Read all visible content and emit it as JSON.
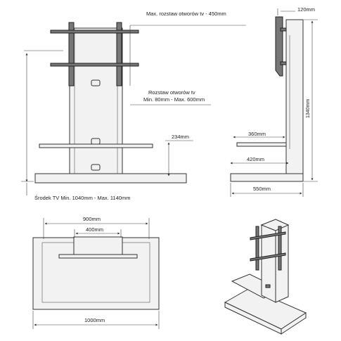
{
  "front_view": {
    "vesa_max_label": "Max. rozstaw otworów tv - 450mm",
    "tv_spacing_label_line1": "Rozstaw otworów tv",
    "tv_spacing_label_line2": "Min. 80mm - Max. 600mm",
    "shelf_height_label": "234mm",
    "tv_center_label": "Środek TV Min. 1040mm - Max. 1140mm"
  },
  "side_view": {
    "depth_top_label": "120mm",
    "height_label": "1340mm",
    "shelf_depth_label": "360mm",
    "mid_depth_label": "420mm",
    "base_depth_label": "550mm"
  },
  "top_view": {
    "outer_width_label": "900mm",
    "inner_width_label": "400mm",
    "base_width_label": "1000mm"
  }
}
